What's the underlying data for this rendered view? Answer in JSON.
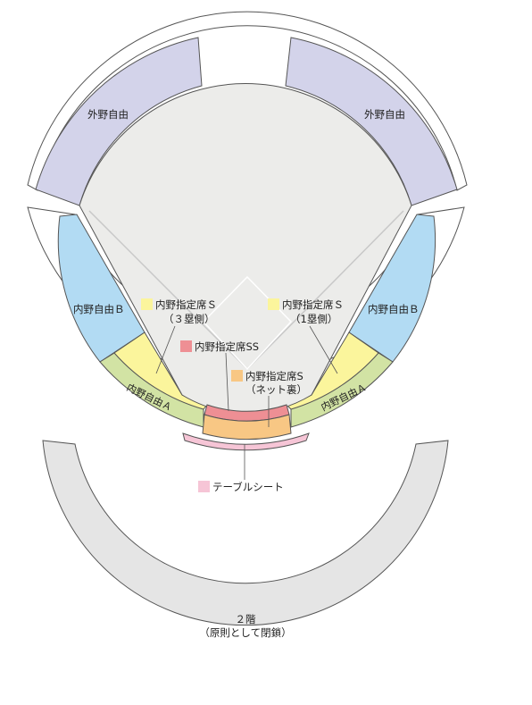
{
  "sections": {
    "outfield_left": "外野自由",
    "outfield_right": "外野自由",
    "infield_b_left": "内野自由Ｂ",
    "infield_b_right": "内野自由Ｂ",
    "infield_a_left": "内野自由Ａ",
    "infield_a_right": "内野自由Ａ",
    "reserved_s_3b_line1": "内野指定席Ｓ",
    "reserved_s_3b_line2": "（３塁側）",
    "reserved_s_1b_line1": "内野指定席Ｓ",
    "reserved_s_1b_line2": "（1塁側）",
    "reserved_ss": "内野指定席SS",
    "reserved_s_net_line1": "内野指定席S",
    "reserved_s_net_line2": "（ネット裏）",
    "table_seat": "テーブルシート",
    "second_floor_line1": "２階",
    "second_floor_line2": "（原則として閉鎖）"
  },
  "colors": {
    "outfield": "#d3d3ea",
    "infield_b": "#b2dbf3",
    "infield_a": "#d2e3a4",
    "reserved_s": "#fbf59c",
    "reserved_ss": "#ee8f94",
    "reserved_s_net": "#f8c784",
    "table_seat": "#f6c5d6",
    "field": "#ececea",
    "second_floor": "#e5e5e5",
    "outline": "#555555"
  }
}
